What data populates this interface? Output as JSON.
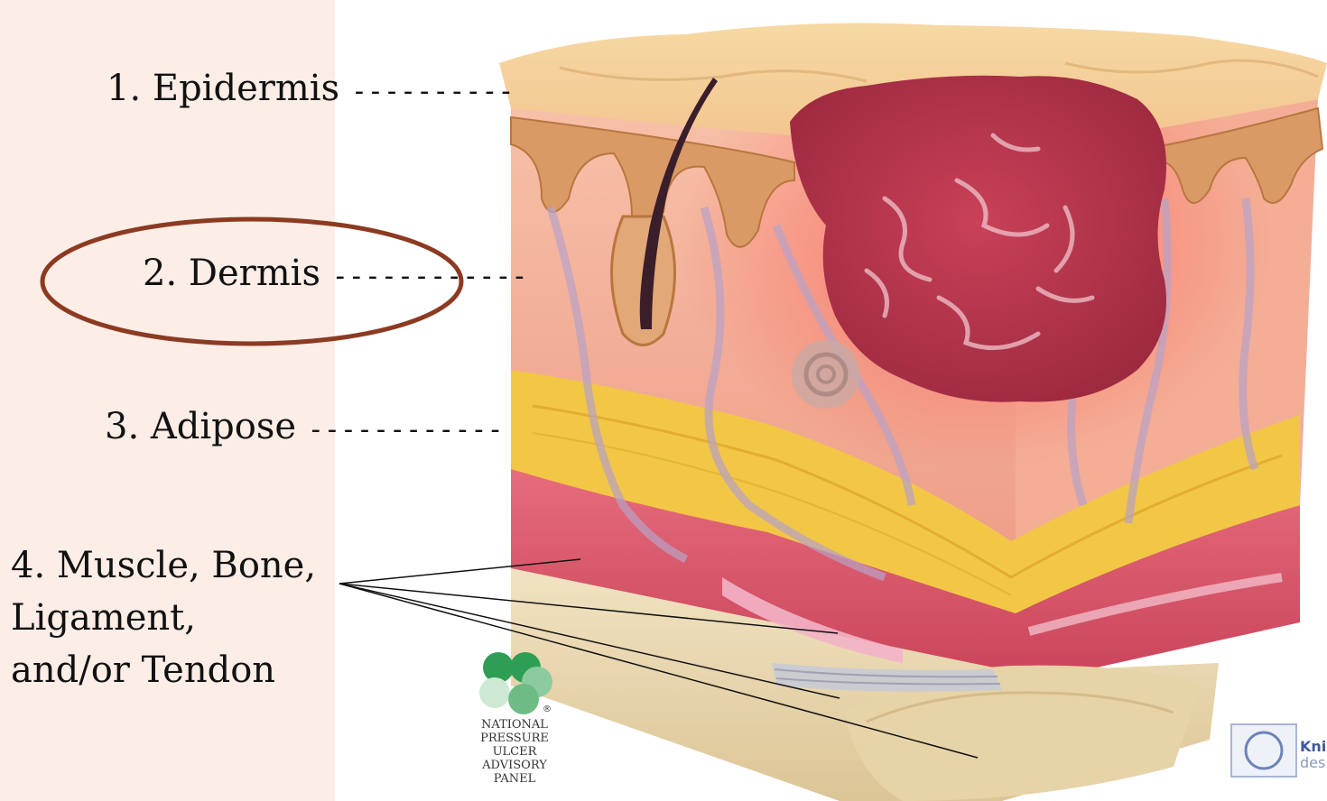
{
  "labels": {
    "epidermis": "1. Epidermis",
    "dermis": "2. Dermis",
    "adipose": "3. Adipose",
    "deep_line1": "4. Muscle, Bone,",
    "deep_line2": "Ligament,",
    "deep_line3": "and/or Tendon"
  },
  "dashes": {
    "epidermis": "----------",
    "dermis": "------------",
    "adipose": "------------"
  },
  "logo": {
    "line1": "NATIONAL",
    "line2": "PRESSURE",
    "line3": "ULCER",
    "line4": "ADVISORY",
    "line5": "PANEL",
    "registered": "®"
  },
  "watermark": {
    "line1": "Kni",
    "line2": "des"
  },
  "colors": {
    "panel_bg": "#fcede6",
    "highlight_ellipse": "#8c3a22",
    "wound": "#b93a4f",
    "dermis": "#f1a58e",
    "adipose": "#f3c94a",
    "muscle": "#d9566a",
    "bone": "#ead9b0",
    "logo_green": "#2e9e55"
  }
}
